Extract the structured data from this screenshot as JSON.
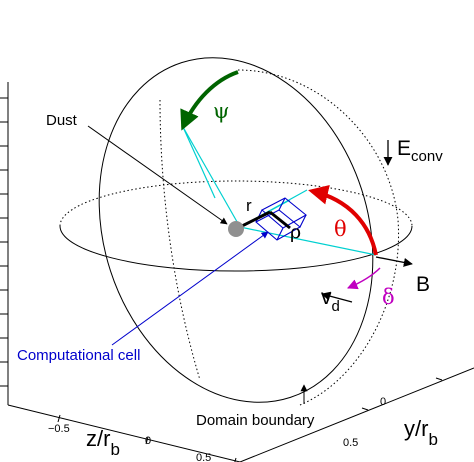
{
  "labels": {
    "dust": "Dust",
    "psi": "ψ",
    "e_main": "E",
    "e_sub": "conv",
    "r": "r",
    "rho": "ρ",
    "theta": "θ",
    "b": "B",
    "delta": "δ",
    "v_main": "v",
    "v_sub": "d",
    "comp_cell": "Computational cell",
    "domain_boundary": "Domain boundary",
    "z_axis_main": "z/r",
    "z_axis_sub": "b",
    "y_axis_main": "y/r",
    "y_axis_sub": "b"
  },
  "ticks": {
    "x_tick_1": "−0.5",
    "x_tick_2": "0",
    "x_tick_3": "0.5",
    "y_tick_1": "0",
    "y_tick_2": "0.5"
  },
  "colors": {
    "psi": "#006400",
    "theta": "#e00000",
    "delta": "#c000c0",
    "cell": "#0000cc",
    "guide": "#00d0d0",
    "dust": "#909090"
  }
}
